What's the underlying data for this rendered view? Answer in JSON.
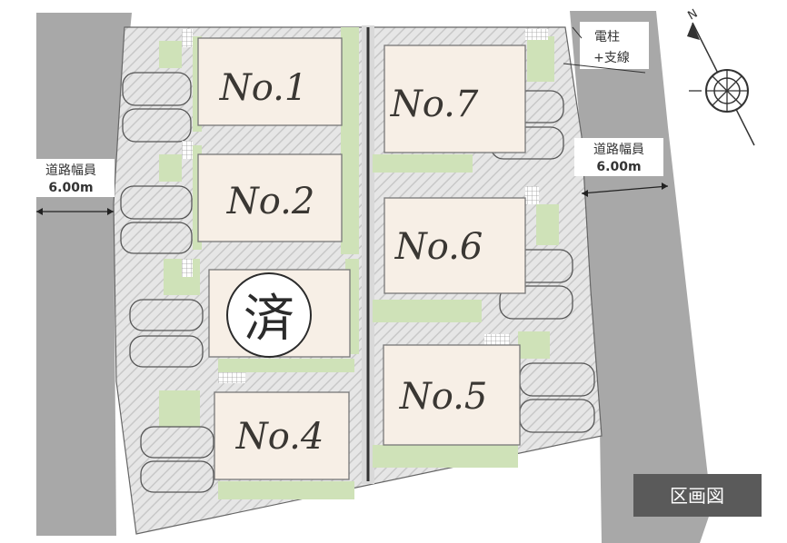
{
  "title_badge": "区画図",
  "road_left": {
    "label": "道路幅員",
    "width": "6.00m"
  },
  "road_right": {
    "label": "道路幅員",
    "width": "6.00m"
  },
  "utility_pole": {
    "line1": "電柱",
    "line2": "+支線"
  },
  "lots": [
    {
      "id": "no1",
      "label": "No.1",
      "status": ""
    },
    {
      "id": "no2",
      "label": "No.2",
      "status": ""
    },
    {
      "id": "no3",
      "label": "",
      "status": "済"
    },
    {
      "id": "no4",
      "label": "No.4",
      "status": ""
    },
    {
      "id": "no5",
      "label": "No.5",
      "status": ""
    },
    {
      "id": "no6",
      "label": "No.6",
      "status": ""
    },
    {
      "id": "no7",
      "label": "No.7",
      "status": ""
    }
  ],
  "compass": {
    "north_label": "N"
  },
  "colors": {
    "road": "#a8a8a8",
    "site": "#eeeeee",
    "house": "#f7efe6",
    "green": "#cfe2b8",
    "badge": "#5a5a5a"
  }
}
